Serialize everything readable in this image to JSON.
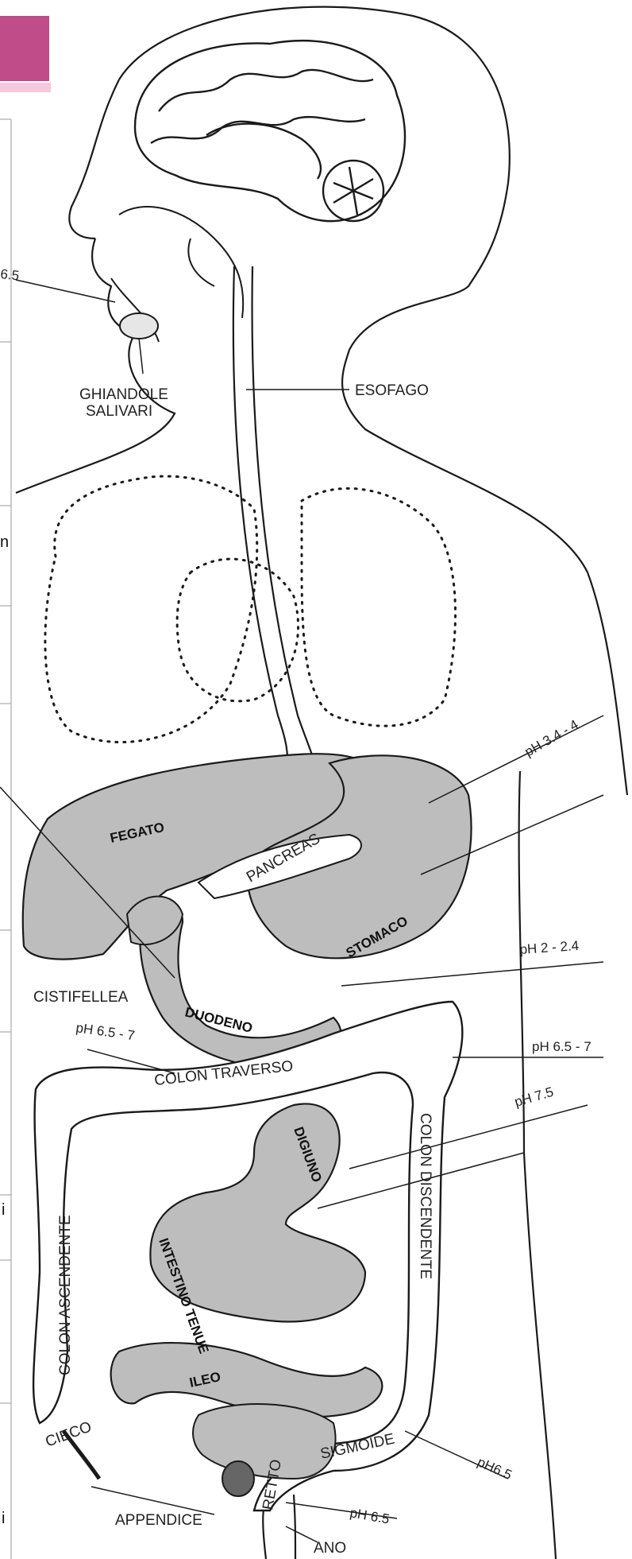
{
  "header_block": {
    "color": "#c14c8a",
    "underline_color": "#f4c9dc"
  },
  "labels": {
    "ghiandole_1": "GHIANDOLE",
    "ghiandole_2": "SALIVARI",
    "esofago": "ESOFAGO",
    "fegato": "FEGATO",
    "pancreas": "PANCREAS",
    "stomaco": "STOMACO",
    "cistifellea": "CISTIFELLEA",
    "duodeno": "DUODENO",
    "colon_traverso": "COLON TRAVERSO",
    "digiuno": "DIGIUNO",
    "colon_ascendente": "COLON ASCENDENTE",
    "colon_discendente": "COLON DISCENDENTE",
    "intestino_tenue": "INTESTINO TENUE",
    "ileo": "ILEO",
    "cieco": "CIECO",
    "sigmoide": "SIGMOIDE",
    "retto": "RETTO",
    "appendice": "APPENDICE",
    "ano": "ANO"
  },
  "ph_labels": {
    "mouth": "6.5",
    "stomach_upper": "pH 3.4 - 4",
    "stomach_lower": "pH 2 - 2.4",
    "colon_transverse": "pH 6.5 - 7",
    "colon_right": "pH 6.5 - 7",
    "jejunum": "pH 7.5",
    "sigmoid": "pH6.5",
    "anus": "pH 6.5"
  },
  "edge_text": {
    "left_n": "n",
    "left_i1": "i",
    "left_i2": "i"
  },
  "colors": {
    "organ_fill": "#bdbdbd",
    "line": "#1a1a1a",
    "header": "#c14c8a"
  }
}
